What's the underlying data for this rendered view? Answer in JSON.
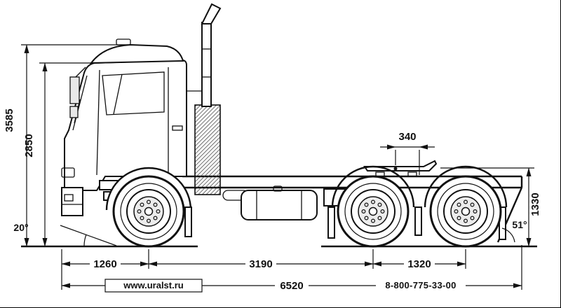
{
  "diagram": {
    "type": "truck-tractor-dimension-drawing",
    "colors": {
      "ink": "#111111",
      "background": "#ffffff"
    },
    "dimensions": {
      "overall_height": "3585",
      "cab_height": "2850",
      "fifth_wheel_offset": "340",
      "fifth_wheel_height": "1330",
      "approach_angle": "20°",
      "departure_angle": "51°",
      "front_overhang": "1260",
      "wheelbase": "3190",
      "bogie_spacing": "1320",
      "overall_length": "6520"
    },
    "footer": {
      "website": "www.uralst.ru",
      "phone": "8-800-775-33-00"
    }
  }
}
